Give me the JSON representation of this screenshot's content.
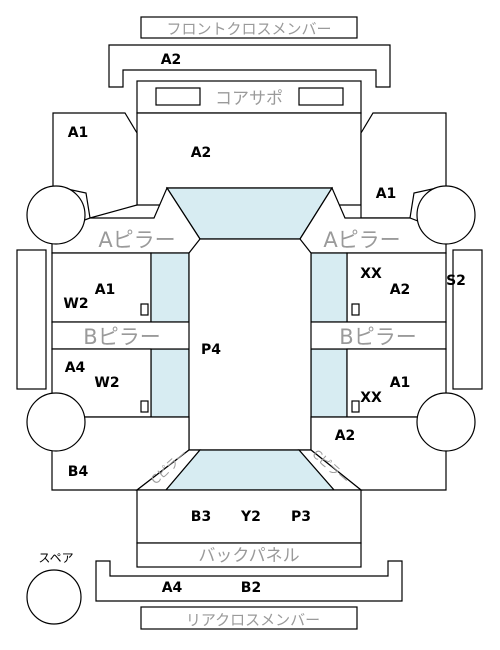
{
  "labels": {
    "front_cross_member": "フロントクロスメンバー",
    "core_support": "コアサポ",
    "a_pillar_left": "Aピラー",
    "a_pillar_right": "Aピラー",
    "b_pillar_left": "Bピラー",
    "b_pillar_right": "Bピラー",
    "c_pillar_left": "Cピラー",
    "c_pillar_right": "Cピラー",
    "back_panel": "バックパネル",
    "rear_cross_member": "リアクロスメンバー",
    "spare": "スペア"
  },
  "codes": {
    "front_member": "A2",
    "hood": "A2",
    "front_fender_left": "A1",
    "front_fender_right": "A1",
    "front_door_left_a": "A1",
    "front_door_left_b": "W2",
    "front_door_right_a": "XX",
    "front_door_right_b": "A2",
    "side_right": "S2",
    "roof": "P4",
    "rear_door_left_a": "A4",
    "rear_door_left_b": "W2",
    "rear_door_right_a": "A1",
    "rear_door_right_b": "XX",
    "rear_fender_right": "A2",
    "rear_fender_left": "B4",
    "trunk_1": "B3",
    "trunk_2": "Y2",
    "trunk_3": "P3",
    "rear_member_a": "A4",
    "rear_member_b": "B2"
  }
}
